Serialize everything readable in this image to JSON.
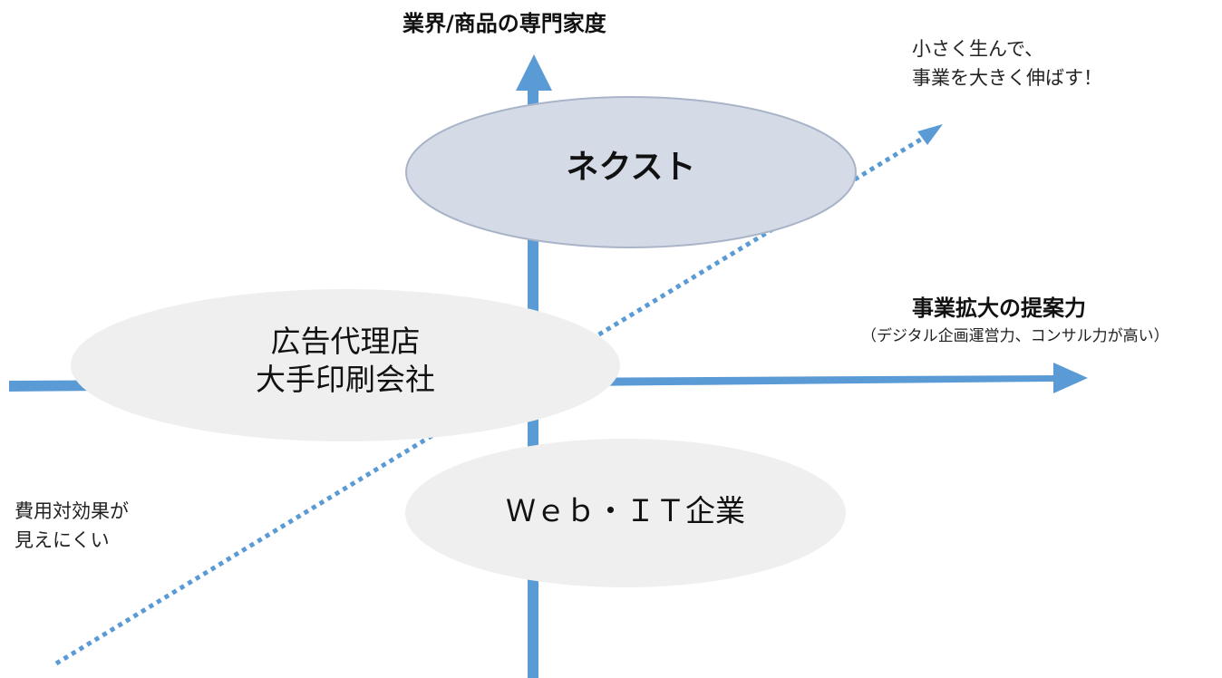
{
  "axes": {
    "vertical_title": "業界/商品の専門家度",
    "horizontal_title": "事業拡大の提案力",
    "horizontal_subtitle": "（デジタル企画運営力、コンサル力が高い）"
  },
  "notes": {
    "growth_line1": "小さく生んで、",
    "growth_line2": "事業を大きく伸ばす！",
    "cost_line1": "費用対効果が",
    "cost_line2": "見えにくい"
  },
  "groups": {
    "nexst": "ネクスト",
    "agency_line1": "広告代理店",
    "agency_line2": "大手印刷会社",
    "webit": "Ｗｅｂ・ＩＴ企業"
  },
  "colors": {
    "arrow": "#5b9bd5",
    "highlight_ellipse": "#d5dbe6",
    "highlight_stroke": "#a9b4c8",
    "gray_ellipse": "#efefef"
  }
}
